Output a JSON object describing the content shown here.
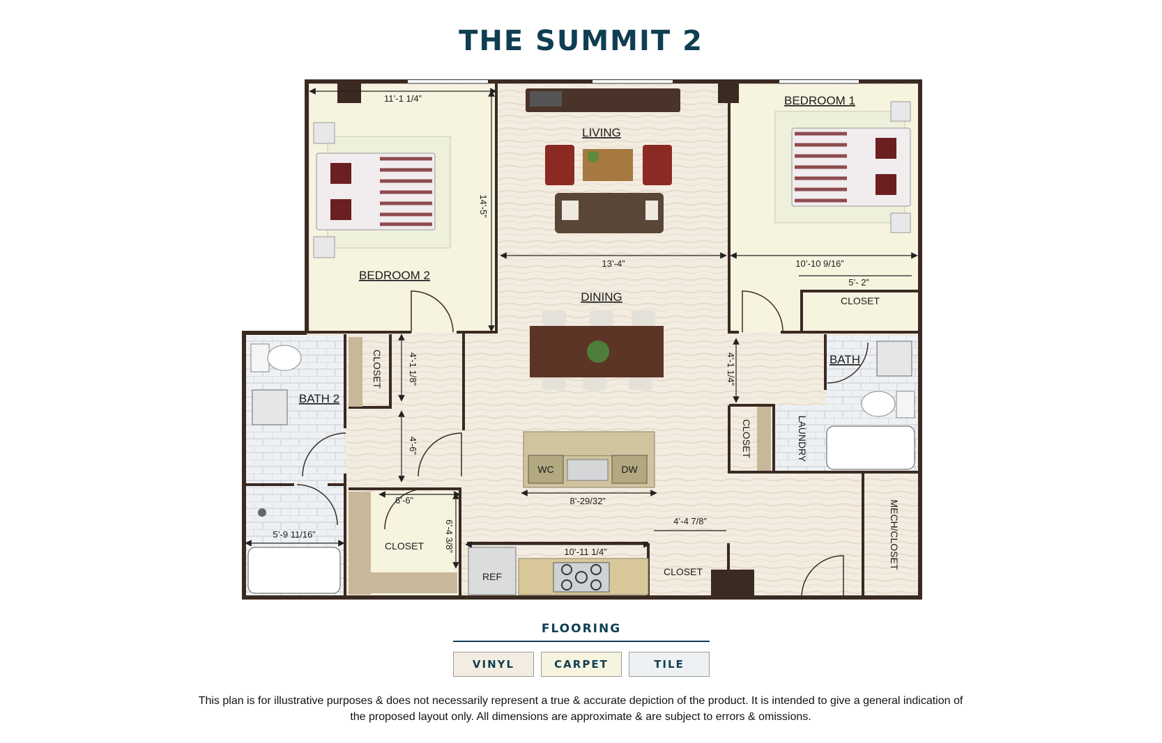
{
  "title": "THE SUMMIT 2",
  "colors": {
    "title": "#0f3e52",
    "wall": "#3a2a22",
    "vinyl": "#f3ece0",
    "carpet": "#f6f3df",
    "tile": "#eef1f3"
  },
  "rooms": {
    "living": "LIVING",
    "dining": "DINING",
    "bedroom1": "BEDROOM 1",
    "bedroom2": "BEDROOM 2",
    "bath": "BATH",
    "bath2": "BATH 2",
    "laundry": "LAUNDRY",
    "mech_closet": "MECH/CLOSET",
    "closet": "CLOSET"
  },
  "fixtures": {
    "wc": "WC",
    "dw": "DW",
    "ref": "REF"
  },
  "dimensions": {
    "bed2_width": "11’-1 1/4”",
    "bed2_depth": "14’-5”",
    "living_width": "13’-4”",
    "bed1_width": "10’-10 9/16”",
    "bed1_closet": "5’- 2”",
    "hall_left_1": "4’-1 1/8”",
    "hall_left_2": "4’-6”",
    "hall_right": "4’-1 1/4”",
    "island": "8’-29/32”",
    "walkin_width": "6’-6”",
    "walkin_depth": "6’-4 3/8”",
    "bath2_width": "5’-9 11/16”",
    "kitchen_counter": "10’-11 1/4”",
    "front_closet": "4’-4 7/8”"
  },
  "flooring": {
    "title": "FLOORING",
    "vinyl": "VINYL",
    "carpet": "CARPET",
    "tile": "TILE"
  },
  "disclaimer": "This plan is for illustrative purposes & does not necessarily represent a true & accurate depiction of the product. It is intended to give a general indication of the proposed layout only. All dimensions are approximate & are subject to errors & omissions."
}
